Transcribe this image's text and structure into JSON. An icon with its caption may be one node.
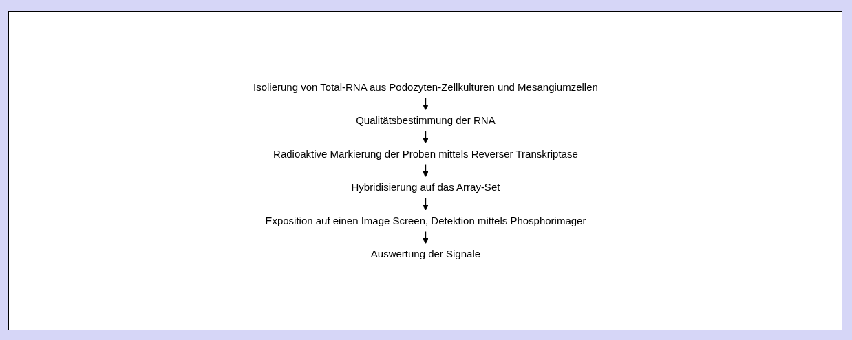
{
  "diagram": {
    "nodes": [
      {
        "text": [
          "Isolierung von Total-RNA aus Podozyten-Zellkulturen und Mesangiumzellen"
        ]
      },
      {
        "text": [
          "Qualitätsbestimmung der RNA"
        ]
      },
      {
        "text": [
          "Radioaktive Markierung der Proben mittels Reverser Transkriptase"
        ]
      },
      {
        "text": [
          "Hybridisierung auf das Array-Set"
        ]
      },
      {
        "text": [
          "Exposition auf einen Image Screen, Detektion mittels Phosphorimager"
        ]
      },
      {
        "text": [
          "Auswertung der Signale"
        ]
      }
    ],
    "edges": [
      {
        "from": 0,
        "to": 1,
        "arrow": "to"
      },
      {
        "from": 1,
        "to": 2,
        "arrow": "to"
      },
      {
        "from": 2,
        "to": 3,
        "arrow": "to"
      },
      {
        "from": 3,
        "to": 4,
        "arrow": "to"
      },
      {
        "from": 4,
        "to": 5,
        "arrow": "to"
      }
    ]
  }
}
